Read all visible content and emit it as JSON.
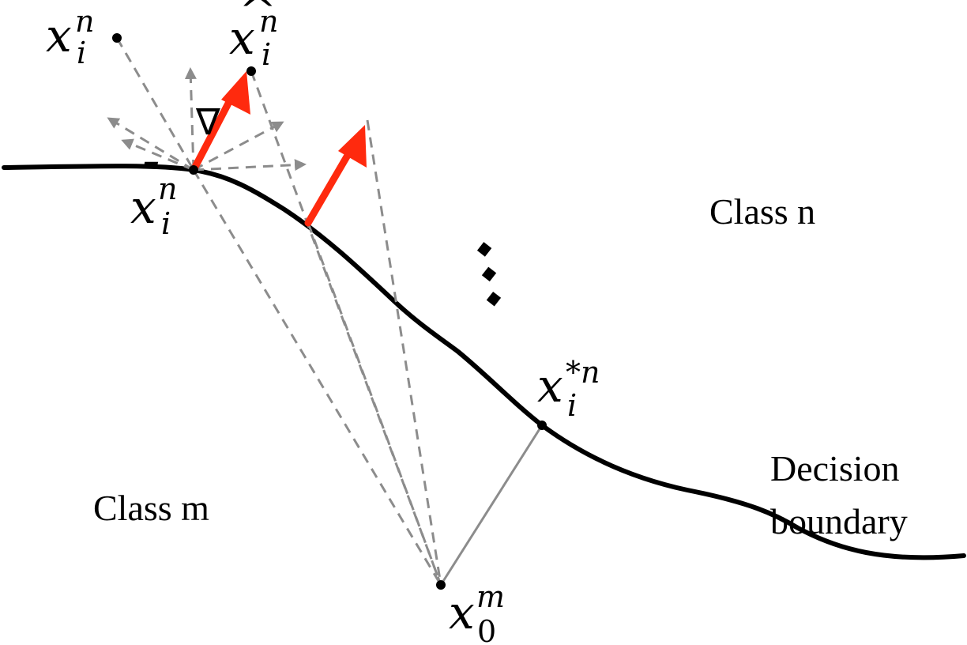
{
  "regions": {
    "class_n": "Class n",
    "class_m": "Class m",
    "boundary_line1": "Decision",
    "boundary_line2": "boundary"
  },
  "points": {
    "x_i_n": {
      "base": "x",
      "sub": "i",
      "sup": "n"
    },
    "x_hat_i_n": {
      "base": "x",
      "accent": "^",
      "sub": "i",
      "sup": "n"
    },
    "x_bar_i_n": {
      "base": "x",
      "accent": "¯",
      "sub": "i",
      "sup": "n"
    },
    "x_star_i_n": {
      "base": "x",
      "sub": "i",
      "sup": "*n"
    },
    "x_0_m": {
      "base": "x",
      "sub": "0",
      "sup": "m"
    }
  },
  "gradient_symbol": "∇",
  "ellipsis_note": "⋱",
  "colors": {
    "boundary": "#000000",
    "gradient_arrow": "#ff2a0e",
    "probe_arrow": "#8c8c8c",
    "guide_line": "#8c8c8c",
    "point": "#000000"
  }
}
